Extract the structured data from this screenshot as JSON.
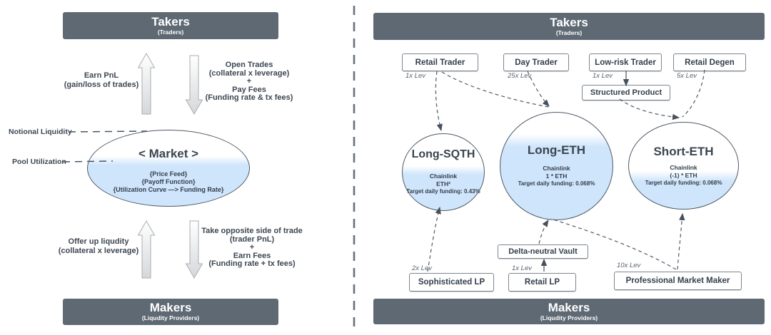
{
  "colors": {
    "bar_bg": "#5f6973",
    "pool_fill_blue": "#cfe5fb",
    "connector": "#525c68",
    "arrow_outline": "#a8adb3"
  },
  "left": {
    "takers_bar": {
      "title": "Takers",
      "subtitle": "(Traders)"
    },
    "makers_bar": {
      "title": "Makers",
      "subtitle": "(Liqudity Providers)"
    },
    "labels": {
      "earn_pnl": [
        "Earn PnL",
        "(gain/loss of trades)"
      ],
      "open_trades": [
        "Open Trades",
        "(collateral x leverage)",
        "+",
        "Pay Fees",
        "(Funding rate & tx fees)"
      ],
      "offer": [
        "Offer up liqudity",
        "(collateral  x leverage)"
      ],
      "take": [
        "Take opposite side of trade",
        "(trader PnL)",
        "+",
        "Earn Fees",
        "(Funding rate + tx fees)"
      ],
      "notional": "Notional Liquidity",
      "pool": "Pool Utilization"
    },
    "market": {
      "title": "< Market >",
      "lines": [
        "{Price Feed}",
        "{Payoff Function}",
        "{Utilization Curve —> Funding Rate}"
      ]
    }
  },
  "right": {
    "takers_bar": {
      "title": "Takers",
      "subtitle": "(Traders)"
    },
    "makers_bar": {
      "title": "Makers",
      "subtitle": "(Liqudity Providers)"
    },
    "top_boxes": [
      {
        "label": "Retail Trader",
        "lev": "1x Lev"
      },
      {
        "label": "Day Trader",
        "lev": "25x Lev"
      },
      {
        "label": "Low-risk Trader",
        "lev": "1x Lev"
      },
      {
        "label": "Retail Degen",
        "lev": "5x Lev"
      }
    ],
    "structured_product": "Structured Product",
    "delta_vault": "Delta-neutral Vault",
    "bottom_boxes": [
      {
        "label": "Sophisticated LP",
        "lev": "2x Lev"
      },
      {
        "label": "Retail LP",
        "lev": "1x Lev"
      },
      {
        "label": "Professional Market Maker",
        "lev": "10x Lev"
      }
    ],
    "circles": [
      {
        "title": "Long-SQTH",
        "lines": [
          "Chainlink",
          "ETH²",
          "Target daily funding: 0.43%"
        ]
      },
      {
        "title": "Long-ETH",
        "lines": [
          "Chainlink",
          "1 * ETH",
          "Target daily funding: 0.068%"
        ]
      },
      {
        "title": "Short-ETH",
        "lines": [
          "Chainlink",
          "(-1) * ETH",
          "Target daily funding: 0.068%"
        ]
      }
    ]
  }
}
